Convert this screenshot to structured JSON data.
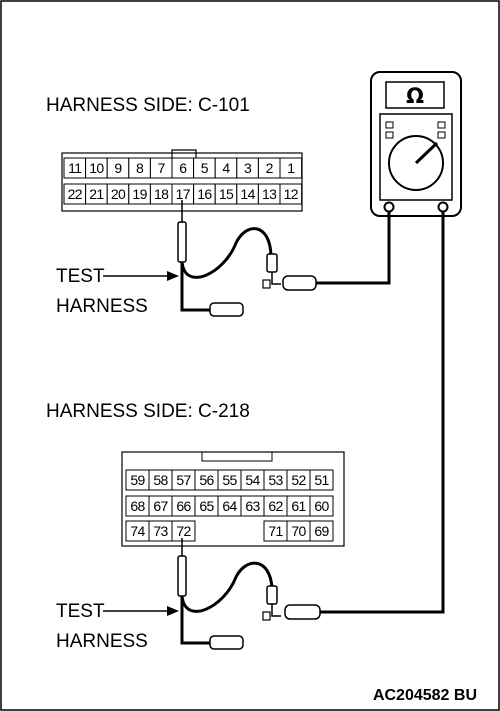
{
  "connector_a": {
    "title": "HARNESS SIDE: C-101",
    "row_top": [
      "11",
      "10",
      "9",
      "8",
      "7",
      "6",
      "5",
      "4",
      "3",
      "2",
      "1"
    ],
    "row_bottom": [
      "22",
      "21",
      "20",
      "19",
      "18",
      "17",
      "16",
      "15",
      "14",
      "13",
      "12"
    ],
    "probe_pin": "17"
  },
  "connector_b": {
    "title": "HARNESS SIDE: C-218",
    "row_top": [
      "59",
      "58",
      "57",
      "56",
      "55",
      "54",
      "53",
      "52",
      "51"
    ],
    "row_mid": [
      "68",
      "67",
      "66",
      "65",
      "64",
      "63",
      "62",
      "61",
      "60"
    ],
    "row_bottom_left": [
      "74",
      "73",
      "72"
    ],
    "row_bottom_right": [
      "71",
      "70",
      "69"
    ],
    "probe_pin": "72"
  },
  "test_harness_label": {
    "line1": "TEST",
    "line2": "HARNESS"
  },
  "meter": {
    "symbol": "Ω",
    "icon": "ohmmeter-icon"
  },
  "figure_code": "AC204582 BU"
}
